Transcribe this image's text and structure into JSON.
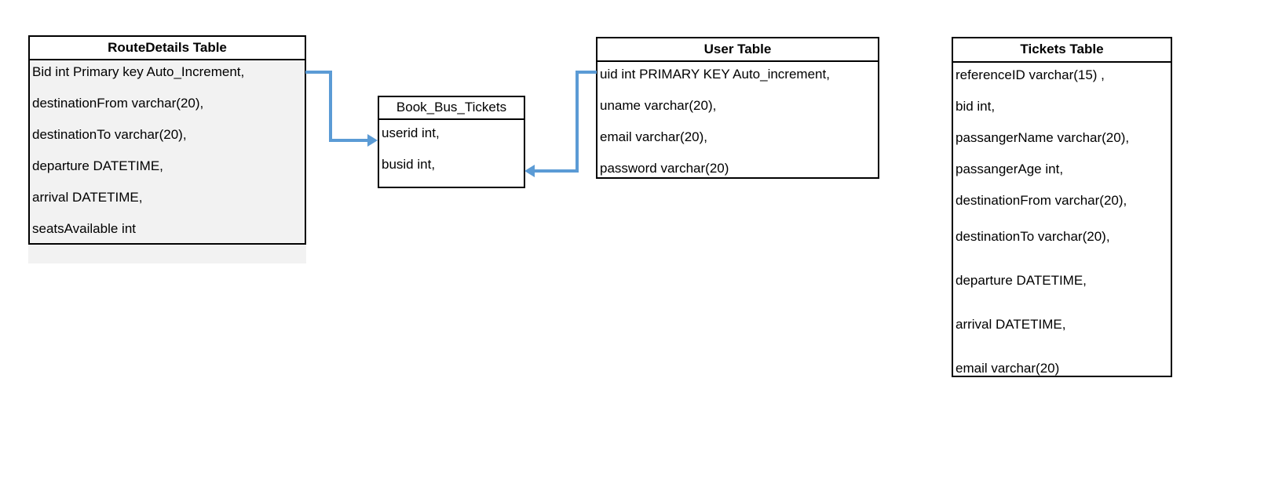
{
  "diagram": {
    "type": "database-schema-erd",
    "background_color": "#ffffff",
    "border_color": "#000000",
    "connector_color": "#5b9bd5",
    "shaded_fill_color": "#f2f2f2"
  },
  "tables": {
    "route_details": {
      "title": "RouteDetails Table",
      "fields": [
        "Bid int Primary key Auto_Increment,",
        "destinationFrom varchar(20),",
        "destinationTo varchar(20),",
        "departure DATETIME,",
        "arrival DATETIME,",
        "seatsAvailable int"
      ]
    },
    "book_bus_tickets": {
      "title": "Book_Bus_Tickets",
      "fields": [
        "userid int,",
        "busid int,"
      ]
    },
    "user": {
      "title": "User Table",
      "fields": [
        "uid int PRIMARY KEY Auto_increment,",
        "uname varchar(20),",
        "email varchar(20),",
        "password varchar(20)"
      ]
    },
    "tickets": {
      "title": "Tickets Table",
      "fields": [
        "referenceID varchar(15) ,",
        "bid int,",
        "passangerName varchar(20),",
        "passangerAge int,",
        "destinationFrom varchar(20),",
        "destinationTo varchar(20),",
        "departure DATETIME,",
        "arrival DATETIME,",
        "email varchar(20)"
      ]
    }
  },
  "connectors": [
    {
      "name": "route-details-to-book-bus-tickets",
      "from": "RouteDetails Table.Bid",
      "to": "Book_Bus_Tickets.userid",
      "arrow": "right"
    },
    {
      "name": "user-to-book-bus-tickets",
      "from": "User Table.uid",
      "to": "Book_Bus_Tickets.busid",
      "arrow": "left"
    }
  ]
}
